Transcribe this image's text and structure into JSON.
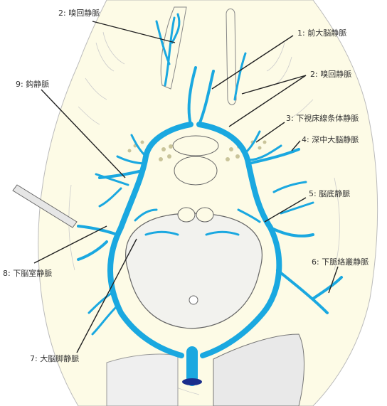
{
  "labels": {
    "l1": "1: 前大脳静脈",
    "l2a": "2: 嗅回静脈",
    "l2b": "2: 嗅回静脈",
    "l3": "3: 下視床線条体静脈",
    "l4": "4: 深中大脳静脈",
    "l5": "5: 脳底静脈",
    "l6": "6: 下脈絡叢静脈",
    "l7": "7: 大脳脚静脈",
    "l8": "8: 下脳室静脈",
    "l9": "9: 鈎静脈"
  },
  "colors": {
    "vein": "#1aa8e0",
    "background_tissue": "#fdfbe6",
    "outline": "#555555",
    "sinus": "#1a2d8c",
    "granules": "#c9c49a"
  }
}
